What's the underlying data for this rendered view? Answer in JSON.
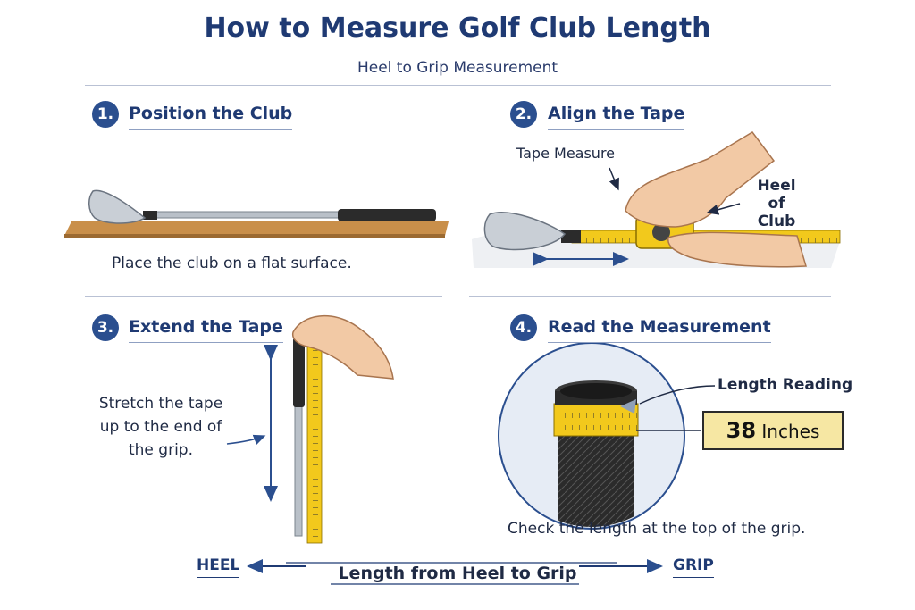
{
  "header": {
    "title": "How to Measure Golf Club Length",
    "subtitle": "Heel to Grip Measurement"
  },
  "steps": [
    {
      "number": "1.",
      "title": "Position the Club",
      "caption": "Place the club on a flat surface."
    },
    {
      "number": "2.",
      "title": "Align the Tape",
      "label_tape": "Tape Measure",
      "label_heel_1": "Heel of",
      "label_heel_2": "Club"
    },
    {
      "number": "3.",
      "title": "Extend the Tape",
      "caption_lines": [
        "Stretch the tape",
        "up to the end of",
        "the grip."
      ]
    },
    {
      "number": "4.",
      "title": "Read the Measurement",
      "label_reading": "Length Reading",
      "reading_value": "38",
      "reading_unit": "Inches",
      "caption": "Check the length at the top of the grip."
    }
  ],
  "footer": {
    "left": "HEEL",
    "center": "Length from Heel to Grip",
    "right": "GRIP"
  },
  "colors": {
    "navy": "#1f3a73",
    "badge": "#2b4f8f",
    "tape_yellow": "#f2c91c",
    "wood": "#c98f4a",
    "grip_black": "#2b2b2b",
    "reading_box": "#f6e7a3"
  }
}
